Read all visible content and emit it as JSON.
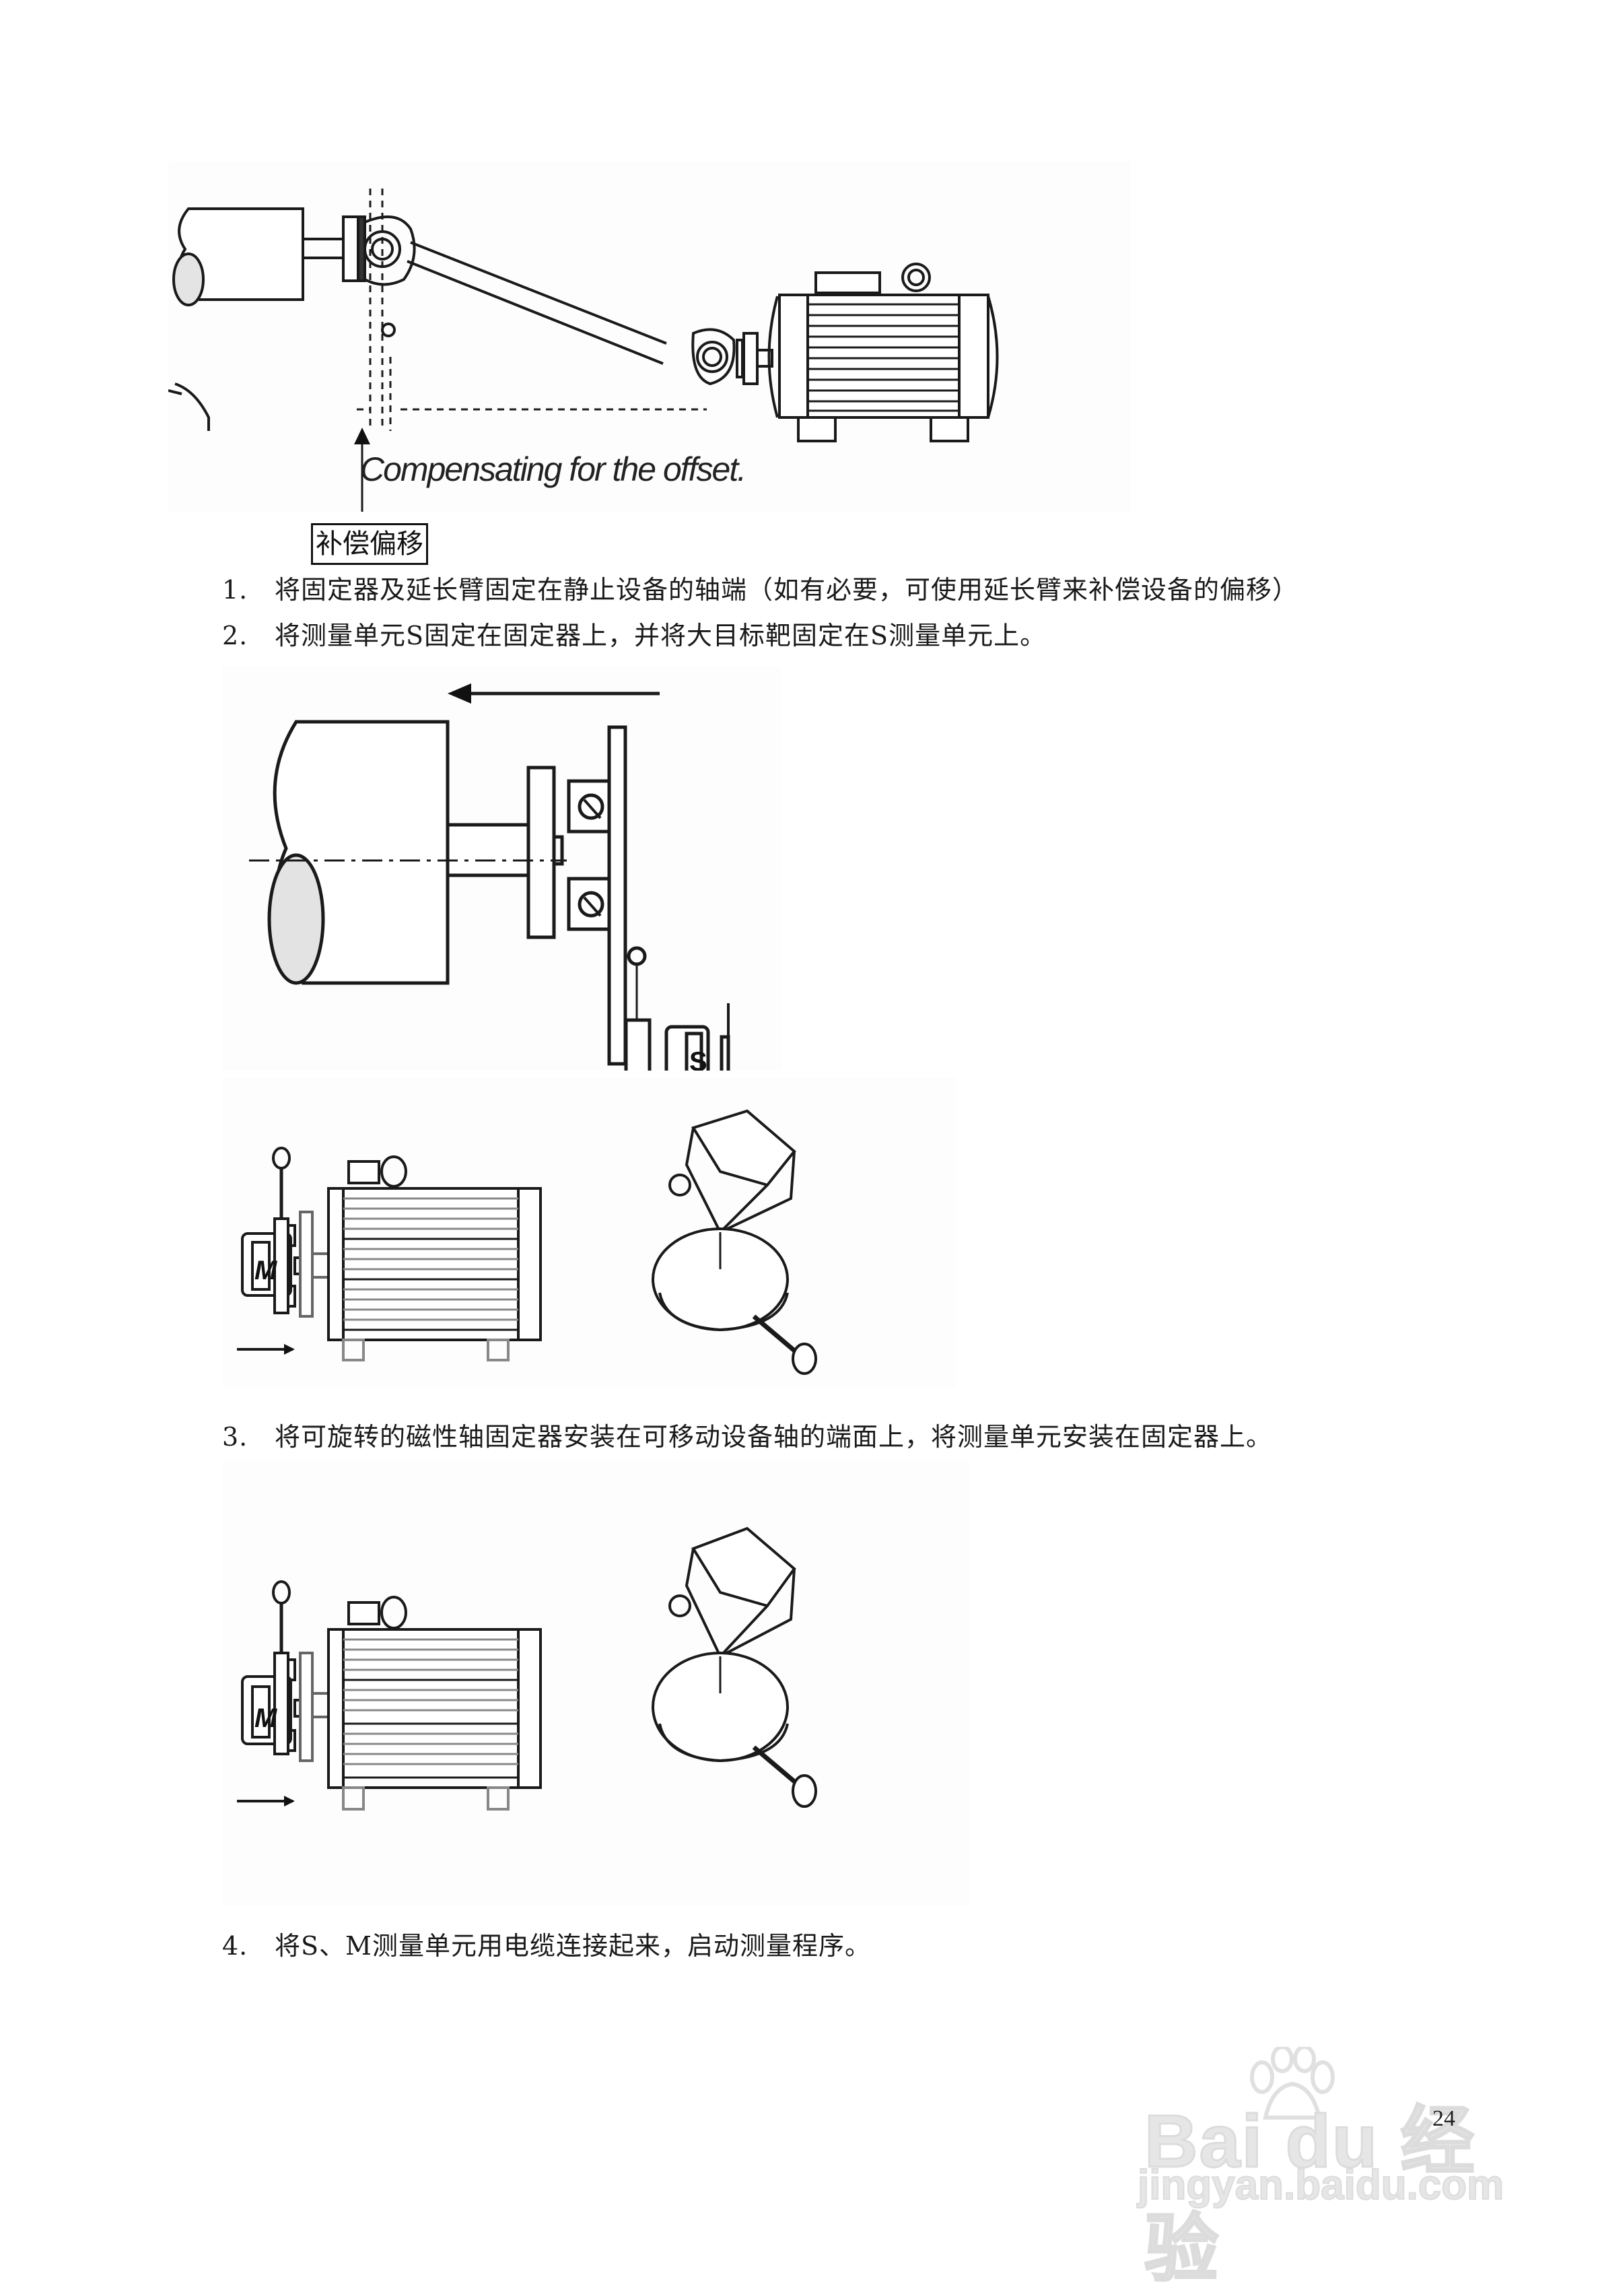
{
  "figure1": {
    "caption_en": "Compensating for the offset.",
    "label_zh": "补偿偏移"
  },
  "steps": [
    {
      "num": "1.",
      "text": "将固定器及延长臂固定在静止设备的轴端（如有必要，可使用延长臂来补偿设备的偏移）"
    },
    {
      "num": "2.",
      "text": "将测量单元S固定在固定器上，并将大目标靶固定在S测量单元上。"
    },
    {
      "num": "3.",
      "text": "将可旋转的磁性轴固定器安装在可移动设备轴的端面上，将测量单元安装在固定器上。"
    },
    {
      "num": "4.",
      "text": "将S、M测量单元用电缆连接起来，启动测量程序。"
    }
  ],
  "figure2": {
    "unit_label": "S"
  },
  "figure3": {
    "unit_label": "M"
  },
  "figure4": {
    "unit_label": "M"
  },
  "page_number": "24",
  "watermark": {
    "brand": "Bai du 经验",
    "url": "jingyan.baidu.com"
  }
}
